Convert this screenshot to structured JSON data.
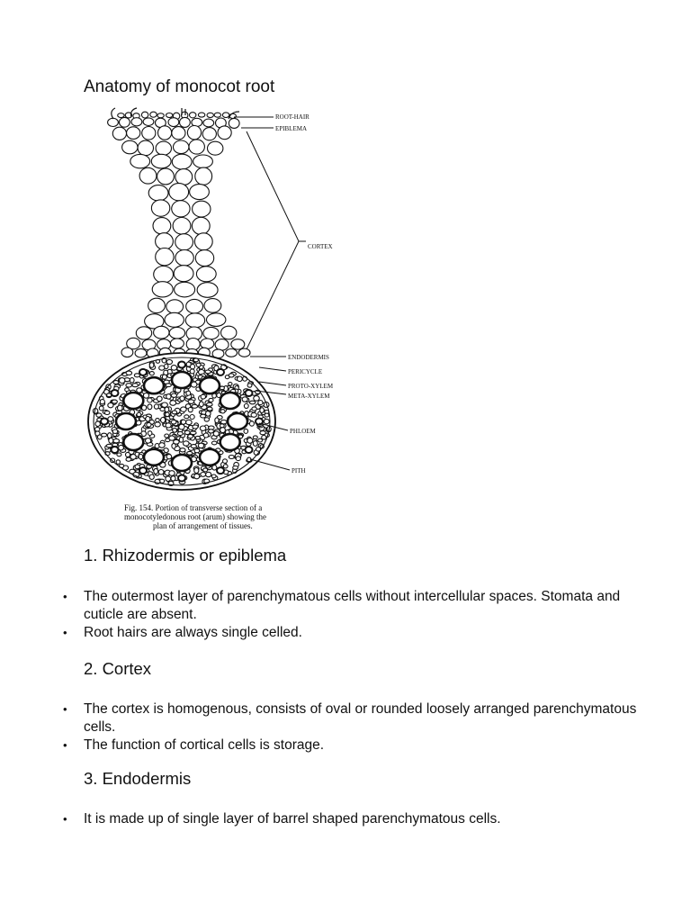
{
  "page": {
    "title": "Anatomy of monocot root"
  },
  "figure": {
    "labels": {
      "root_hair": "ROOT-HAIR",
      "epiblema": "EPIBLEMA",
      "cortex": "CORTEX",
      "endodermis": "ENDODERMIS",
      "pericycle": "PERICYCLE",
      "protoxylem": "PROTO-XYLEM",
      "metaxylem": "META-XYLEM",
      "phloem": "PHLOEM",
      "pith": "PITH"
    },
    "caption_line1": "Fig. 154.   Portion of transverse section of a",
    "caption_line2": "monocotyledonous root (arum) showing the",
    "caption_line3": "plan of arrangement of tissues."
  },
  "sections": [
    {
      "heading": "1. Rhizodermis or epiblema",
      "bullets": [
        "The outermost layer of parenchymatous cells without intercellular spaces. Stomata and cuticle are absent.",
        "Root hairs are always single celled."
      ]
    },
    {
      "heading": "2. Cortex",
      "bullets": [
        "The cortex is homogenous, consists of oval or rounded loosely arranged parenchymatous cells.",
        "The function of cortical cells is storage."
      ]
    },
    {
      "heading": "3. Endodermis",
      "bullets": [
        "It is made up of single layer of barrel shaped parenchymatous cells."
      ]
    }
  ]
}
